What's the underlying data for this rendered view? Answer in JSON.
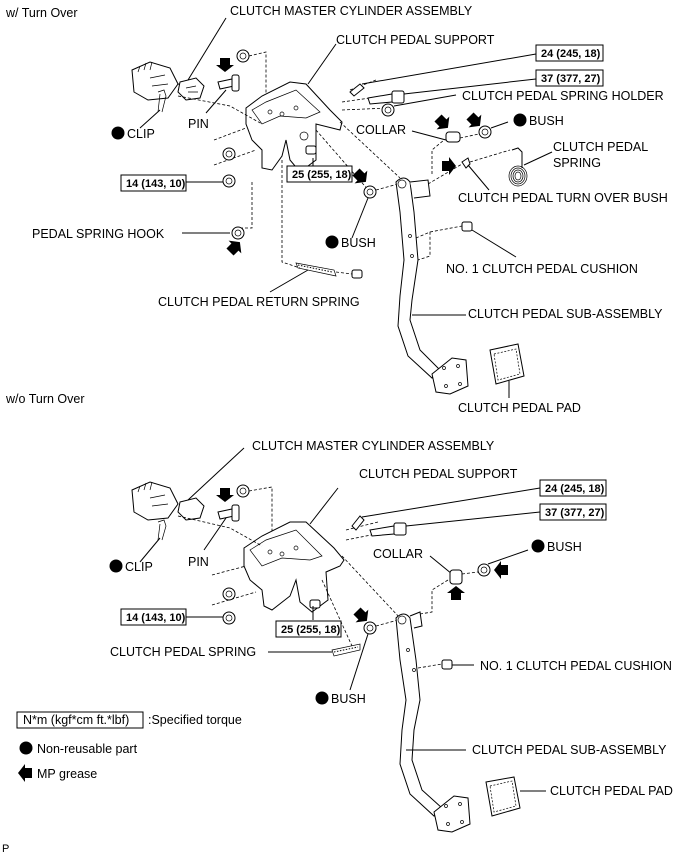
{
  "sections": {
    "top": {
      "title": "w/ Turn Over",
      "labels": {
        "master_cylinder": "CLUTCH MASTER CYLINDER ASSEMBLY",
        "pedal_support": "CLUTCH PEDAL SUPPORT",
        "spring_holder": "CLUTCH PEDAL SPRING HOLDER",
        "collar": "COLLAR",
        "bush_right": "BUSH",
        "pedal_spring_line1": "CLUTCH PEDAL",
        "pedal_spring_line2": "SPRING",
        "turn_over_bush": "CLUTCH PEDAL TURN OVER BUSH",
        "clip": "CLIP",
        "pin": "PIN",
        "bush_left": "BUSH",
        "spring_hook": "PEDAL SPRING HOOK",
        "cushion": "NO. 1 CLUTCH PEDAL CUSHION",
        "return_spring": "CLUTCH PEDAL RETURN SPRING",
        "sub_assembly": "CLUTCH PEDAL SUB-ASSEMBLY",
        "pad": "CLUTCH PEDAL PAD"
      },
      "torques": {
        "t24": "24 (245, 18)",
        "t37": "37 (377, 27)",
        "t14": "14 (143, 10)",
        "t25": "25 (255, 18)"
      }
    },
    "bottom": {
      "title": "w/o Turn Over",
      "labels": {
        "master_cylinder": "CLUTCH MASTER CYLINDER ASSEMBLY",
        "pedal_support": "CLUTCH PEDAL SUPPORT",
        "collar": "COLLAR",
        "bush_right": "BUSH",
        "clip": "CLIP",
        "pin": "PIN",
        "pedal_spring": "CLUTCH PEDAL SPRING",
        "bush_left": "BUSH",
        "cushion": "NO. 1 CLUTCH PEDAL CUSHION",
        "sub_assembly": "CLUTCH PEDAL SUB-ASSEMBLY",
        "pad": "CLUTCH PEDAL PAD"
      },
      "torques": {
        "t24": "24 (245, 18)",
        "t37": "37 (377, 27)",
        "t14": "14 (143, 10)",
        "t25": "25 (255, 18)"
      }
    }
  },
  "legend": {
    "torque_unit": "N*m (kgf*cm ft.*lbf)",
    "torque_desc": ":Specified torque",
    "non_reusable": "Non-reusable part",
    "grease": "MP grease"
  },
  "footer": {
    "code": "P"
  },
  "icons": {
    "non_reusable": "filled-circle-icon",
    "grease": "black-arrow-icon"
  }
}
